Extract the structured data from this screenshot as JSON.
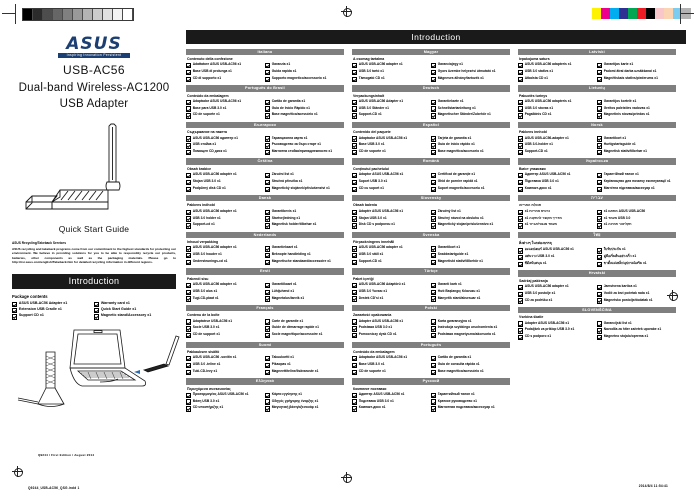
{
  "document": {
    "product_model": "USB-AC56",
    "product_line1": "Dual-band Wireless-AC1200",
    "product_line2": "USB Adapter",
    "guide_title": "Quick Start Guide",
    "brand": "ASUS",
    "brand_tagline": "Inspiring Innovation  Persistent Perfection",
    "intro_banner": "Introduction",
    "left_intro_banner": "Introduction",
    "package_contents_title": "Package contents",
    "legal_title": "ASUS Recycling/Takeback Services",
    "legal_body": "ASUS recycling and takeback programs come from our commitment to the highest standards for protecting our environment. We believe in providing solutions for you to be able to responsibly recycle our products, batteries, other components as well as the packaging materials. Please go to http://csr.asus.com/english/Takeback.htm for detailed recycling information in different regions.",
    "doc_code_left": "Q9244 / First Edition / August 2014",
    "doc_code_left2": "Q9244_USB-AC56_QSG.indd   1",
    "doc_code_right": "2014/8/4   11:54:41"
  },
  "package_contents": {
    "left": [
      "ASUS USB-AC56 Adapter x1",
      "Extension USB Cradle x1",
      "Support CD x1"
    ],
    "right": [
      "Warranty card x1",
      "Quick Start Guide x1",
      "Magnetic stand/Accessory x1"
    ]
  },
  "calibration": {
    "left_swatches": [
      "#000000",
      "#2b2b2b",
      "#4d4d4d",
      "#666666",
      "#808080",
      "#999999",
      "#b3b3b3",
      "#cccccc",
      "#e0e0e0",
      "#f2f2f2",
      "#ffffff"
    ],
    "right_swatches": [
      "#fff200",
      "#ec008c",
      "#00aeef",
      "#2e3192",
      "#00a651",
      "#ed1c24",
      "#000000",
      "#f9c6c9",
      "#fbd4b4",
      "#7accf0",
      "#b3b3b3"
    ]
  },
  "languages": [
    {
      "header": "Italiano",
      "subtitle": "Contenuto della confezione",
      "left": [
        "Adattatore ASUS USB-AC56 x1",
        "Base USB di prolunga x1",
        "CD di supporto x1"
      ],
      "right": [
        "Garanzia x1",
        "Guida rapida x1",
        "Supporto magnetico/accessorio x1"
      ]
    },
    {
      "header": "Português do Brasil",
      "subtitle": "Conteúdo da embalagem",
      "left": [
        "Adaptador ASUS USB-AC56 x1",
        "Base para USB 3.0 x1",
        "CD de suporte x1"
      ],
      "right": [
        "Cartão de garantia x1",
        "Guia de Início Rápido x1",
        "Base magnética/acessório x1"
      ]
    },
    {
      "header": "Български",
      "subtitle": "Съдържание на пакета",
      "left": [
        "ASUS USB-AC56 адаптер x1",
        "USB стойка x1",
        "Помощен CD диск x1"
      ],
      "right": [
        "Гаранционна карта x1",
        "Ръководство за бърз старт x1",
        "Магнитна стойка/принадлежности x1"
      ]
    },
    {
      "header": "Čeština",
      "subtitle": "Obsah krabice",
      "left": [
        "ASUS USB-AC56 adaptér x1",
        "Stojan USB 3.0 x1",
        "Podpůrný disk CD x1"
      ],
      "right": [
        "Záruční list x1",
        "Stručná příručka x1",
        "Magnetický stojánek/příslušenství x1"
      ]
    },
    {
      "header": "Dansk",
      "subtitle": "Pakkens indhold",
      "left": [
        "ASUS USB-AC56 adapter x1",
        "USB 3.0 holder x1",
        "Support-cd x1"
      ],
      "right": [
        "Garantibevis x1",
        "Startvejledning x1",
        "Magnetisk holder/tilbehør x1"
      ]
    },
    {
      "header": "Nederlands",
      "subtitle": "Inhoud verpakking",
      "left": [
        "ASUS USB-AC56 adapter x1",
        "USB 3.0 houder x1",
        "Ondersteunings-cd x1"
      ],
      "right": [
        "Garantiekaart x1",
        "Beknopte handleiding x1",
        "Magnetische standaard/accessoire x1"
      ]
    },
    {
      "header": "Eesti",
      "subtitle": "Pakendi sisu",
      "left": [
        "ASUS USB-AC56 adapter x1",
        "USB 3.0 alus x1",
        "Tugi-CD-plaat x1"
      ],
      "right": [
        "Garantiikaart x1",
        "Lühijuhend x1",
        "Magnetalus/tarvik x1"
      ]
    },
    {
      "header": "Français",
      "subtitle": "Contenu de la boîte",
      "left": [
        "Adaptateur USB-AC56 x1",
        "Socle USB 3.0 x1",
        "CD de support x1"
      ],
      "right": [
        "Carte de garantie x1",
        "Guide de démarrage rapide x1",
        "Socle magnétique/accessoire x1"
      ]
    },
    {
      "header": "Suomi",
      "subtitle": "Pakkauksen sisältö",
      "left": [
        "ASUS USB-AC56 -sovitin x1",
        "USB 3.0 -teline x1",
        "Tuki-CD-levy x1"
      ],
      "right": [
        "Takuukortti x1",
        "Pikaopas x1",
        "Magneettiteline/lisävaruste x1"
      ]
    },
    {
      "header": "Ελληνικά",
      "subtitle": "Περιεχόμενα συσκευασίας",
      "left": [
        "Προσαρμογέας ASUS USB-AC56 x1",
        "Βάση USB 3.0 x1",
        "CD υποστήριξης x1"
      ],
      "right": [
        "Κάρτα εγγύησης x1",
        "Οδηγός γρήγορης έναρξης x1",
        "Μαγνητική βάση/αξεσουάρ x1"
      ]
    },
    {
      "header": "Magyar",
      "subtitle": "A csomag tartalma",
      "left": [
        "ASUS USB-AC56 adapter x1",
        "USB 3.0 tartó x1",
        "Támogató CD x1"
      ],
      "right": [
        "Garanciajegy x1",
        "Gyors üzembe helyezési útmutató x1",
        "Mágneses állvány/tartozék x1"
      ]
    },
    {
      "header": "Deutsch",
      "subtitle": "Verpackungsinhalt",
      "left": [
        "ASUS USB-AC56 Adapter x1",
        "USB 3.0 Ständer x1",
        "Support-CD x1"
      ],
      "right": [
        "Garantiekarte x1",
        "Schnellstartanleitung x1",
        "Magnetischer Ständer/Zubehör x1"
      ]
    },
    {
      "header": "Español",
      "subtitle": "Contenido del paquete",
      "left": [
        "Adaptador ASUS USB-AC56 x1",
        "Base USB 3.0 x1",
        "CD de soporte x1"
      ],
      "right": [
        "Tarjeta de garantía x1",
        "Guía de inicio rápido x1",
        "Base magnética/accesorio x1"
      ]
    },
    {
      "header": "Română",
      "subtitle": "Conţinutul pachetului",
      "left": [
        "Adaptor ASUS USB-AC56 x1",
        "Suport USB 3.0 x1",
        "CD cu suport x1"
      ],
      "right": [
        "Certificat de garanţie x1",
        "Ghid de pornire rapidă x1",
        "Suport magnetic/accesoriu x1"
      ]
    },
    {
      "header": "Slovensky",
      "subtitle": "Obsah balenia",
      "left": [
        "Adaptér ASUS USB-AC56 x1",
        "Stojan USB 3.0 x1",
        "Disk CD s podporou x1"
      ],
      "right": [
        "Záručný list x1",
        "Stručný návod na obsluhu x1",
        "Magnetický stojan/príslušenstvo x1"
      ]
    },
    {
      "header": "Svenska",
      "subtitle": "Förpackningens innehåll",
      "left": [
        "ASUS USB-AC56 adapter x1",
        "USB 3.0 ställ x1",
        "Support-CD x1"
      ],
      "right": [
        "Garantikort x1",
        "Snabbstartguide x1",
        "Magnetiskt stativ/tillbehör x1"
      ]
    },
    {
      "header": "Türkçe",
      "subtitle": "Paket içeriği",
      "left": [
        "ASUS USB-AC56 Adaptörü x1",
        "USB 3.0 Yuvası x1",
        "Destek CD'si x1"
      ],
      "right": [
        "Garanti kartı x1",
        "Hızlı Başlangıç Kılavuzu x1",
        "Manyetik stant/aksesuar x1"
      ]
    },
    {
      "header": "Polski",
      "subtitle": "Zawartość opakowania",
      "left": [
        "Adapter ASUS USB-AC56 x1",
        "Podstawa USB 3.0 x1",
        "Pomocniczy dysk CD x1"
      ],
      "right": [
        "Karta gwarancyjna x1",
        "Instrukcja szybkiego uruchomienia x1",
        "Podstawa magnetyczna/akcesoria x1"
      ]
    },
    {
      "header": "Português",
      "subtitle": "Conteúdo da embalagem",
      "left": [
        "Adaptador ASUS USB-AC56 x1",
        "Base USB 3.0 x1",
        "CD de suporte x1"
      ],
      "right": [
        "Cartão de garantia x1",
        "Guia de consulta rápida x1",
        "Base magnética/acessório x1"
      ]
    },
    {
      "header": "Русский",
      "subtitle": "Комплект поставки",
      "left": [
        "Адаптер ASUS USB-AC56 x1",
        "Подставка USB 3.0 x1",
        "Компакт-диск x1"
      ],
      "right": [
        "Гарантийный талон x1",
        "Краткое руководство x1",
        "Магнитная подставка/аксессуар x1"
      ]
    },
    {
      "header": "Latviski",
      "subtitle": "Iepakojuma saturs",
      "left": [
        "ASUS USB-AC56 adapteris x1",
        "USB 3.0 statīvs x1",
        "Atbalsta CD x1"
      ],
      "right": [
        "Garantijas karte x1",
        "Padomi ātrai darba uzsākšanai x1",
        "Magnētiskais statīvs/piederums x1"
      ]
    },
    {
      "header": "Lietuvių",
      "subtitle": "Pakuotės turinys",
      "left": [
        "ASUS USB-AC56 adapteris x1",
        "USB 3.0 stovas x1",
        "Pagalbinis CD x1"
      ],
      "right": [
        "Garantijos kortelė x1",
        "Greitos paleisties vadovas x1",
        "Magnetinis stovas/priedas x1"
      ]
    },
    {
      "header": "Norsk",
      "subtitle": "Pakkens innhold",
      "left": [
        "ASUS USB-AC56-adapter x1",
        "USB 3.0-holder x1",
        "Support-CD x1"
      ],
      "right": [
        "Garantikort x1",
        "Hurtigstartsguide x1",
        "Magnetisk stativ/tilbehør x1"
      ]
    },
    {
      "header": "Українська",
      "subtitle": "Вміст упаковки",
      "left": [
        "Адаптер ASUS USB-AC56 x1",
        "Підставка USB 3.0 x1",
        "Компакт-диск x1"
      ],
      "right": [
        "Гарантійний талон x1",
        "Керівництво для початку експлуатації x1",
        "Магнітна підставка/аксесуар x1"
      ]
    },
    {
      "header": "עברית",
      "subtitle": "תכולת האריזה",
      "left": [
        "ASUS USB-AC56 מתאם x1",
        "USB 3.0 מעמד x1",
        "תקליטור תמיכה x1"
      ],
      "right": [
        "כרטיס אחריות x1",
        "מדריך מקוצר להתקנה x1",
        "מעמד מגנטי/אביזר x1"
      ]
    },
    {
      "header": "ไทย",
      "subtitle": "สิ่งต่างๆ ในกล่องบรรจุ",
      "left": [
        "อะแดปเตอร์ ASUS USB-AC56 x1",
        "แท่นวาง USB 3.0 x1",
        "ซีดีสนับสนุน x1"
      ],
      "right": [
        "ใบรับประกัน x1",
        "คู่มือเริ่มต้นอย่างเร็ว x1",
        "ขาตั้งแม่เหล็ก/อุปกรณ์เสริม x1"
      ]
    },
    {
      "header": "Hrvatski",
      "subtitle": "Sadržaj pakiranja",
      "left": [
        "ASUS USB-AC56 adapter x1",
        "USB 3.0 postolje x1",
        "CD za podršku x1"
      ],
      "right": [
        "Jamstvena kartica x1",
        "Vodič za brzi početak rada x1",
        "Magnetsko postolje/dodatak x1"
      ]
    },
    {
      "header": "SLOVENŠČINA",
      "subtitle": "Vsebina škatle",
      "left": [
        "Adapter ASUS USB-AC56 x1",
        "Podaljšek za priklop USB 3.0 x1",
        "CD s podporo x1"
      ],
      "right": [
        "Garancijski list x1",
        "Navodila za hiter začetek uporabe x1",
        "Magnetno stojalo/oprema x1"
      ]
    }
  ]
}
